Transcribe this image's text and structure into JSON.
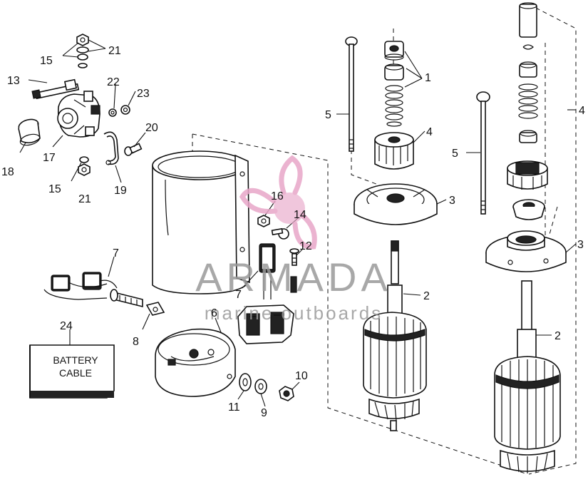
{
  "callouts": {
    "c1": "1",
    "c2a": "2",
    "c2b": "2",
    "c3a": "3",
    "c3b": "3",
    "c4a": "4",
    "c4b": "4",
    "c5a": "5",
    "c5b": "5",
    "c6": "6",
    "c7a": "7",
    "c7b": "7",
    "c8": "8",
    "c9": "9",
    "c10": "10",
    "c11": "11",
    "c12": "12",
    "c13": "13",
    "c14": "14",
    "c15a": "15",
    "c15b": "15",
    "c16": "16",
    "c17": "17",
    "c18": "18",
    "c19": "19",
    "c20": "20",
    "c21a": "21",
    "c21b": "21",
    "c22": "22",
    "c23": "23",
    "c24": "24"
  },
  "battery_label": {
    "line1": "BATTERY",
    "line2": "CABLE"
  },
  "watermark": {
    "brand": "ARMADA",
    "tagline": "marine outboards",
    "color": "#e8a6c8"
  }
}
